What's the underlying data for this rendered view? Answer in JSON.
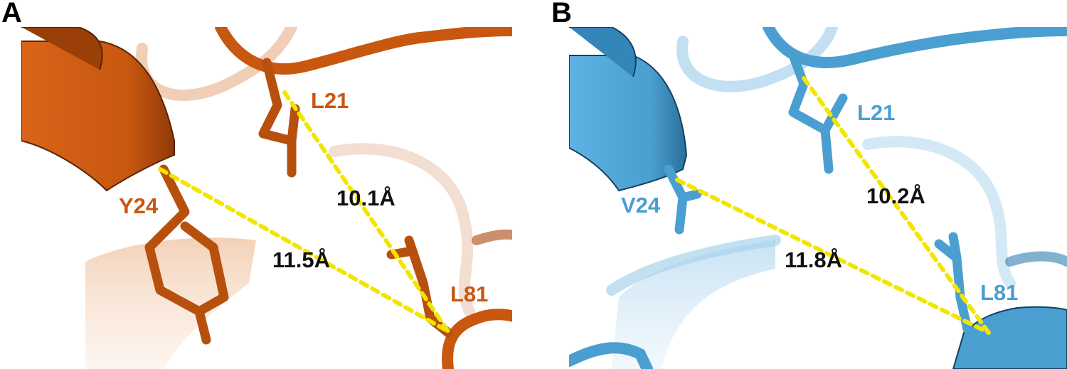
{
  "panels": [
    {
      "label": "A",
      "color": "#c8570f",
      "residues": [
        "L21",
        "Y24",
        "L81"
      ],
      "distances": [
        "10.1Å",
        "11.5Å"
      ]
    },
    {
      "label": "B",
      "color": "#4a9fd0",
      "residues": [
        "L21",
        "V24",
        "L81"
      ],
      "distances": [
        "10.2Å",
        "11.8Å"
      ]
    }
  ],
  "colors": {
    "panel_a_dark": "#a8440a",
    "panel_a_light": "#e69a62",
    "panel_b_dark": "#2f7fb0",
    "panel_b_light": "#a9d3ee",
    "distance_line": "#f2e600"
  }
}
